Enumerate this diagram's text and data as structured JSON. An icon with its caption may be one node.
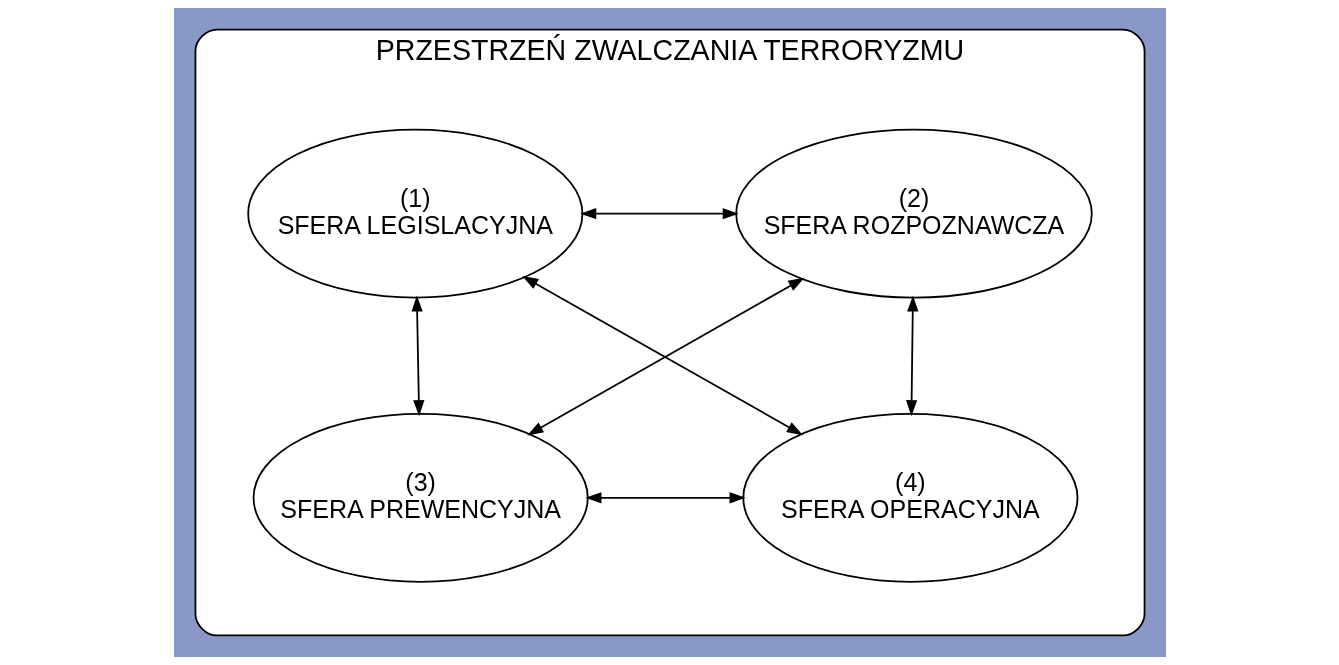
{
  "diagram": {
    "nodes": [
      {
        "text": [
          "PRZESTRZEŃ ZWALCZANIA TERRORYZMU"
        ]
      },
      {
        "text": [
          "(1)",
          "SFERA LEGISLACYJNA"
        ],
        "in": 0
      },
      {
        "text": [
          "(2)",
          "SFERA ROZPOZNAWCZA"
        ],
        "in": 0
      },
      {
        "text": [
          "(3)",
          "SFERA PREWENCYJNA"
        ],
        "in": 0
      },
      {
        "text": [
          "(4)",
          "SFERA OPERACYJNA"
        ],
        "in": 0
      }
    ],
    "edges": [
      {
        "from": 1,
        "to": 2,
        "arrow": "both"
      },
      {
        "from": 1,
        "to": 3,
        "arrow": "both"
      },
      {
        "from": 1,
        "to": 4,
        "arrow": "both"
      },
      {
        "from": 2,
        "to": 3,
        "arrow": "both"
      },
      {
        "from": 2,
        "to": 4,
        "arrow": "both"
      },
      {
        "from": 3,
        "to": 4,
        "arrow": "both"
      }
    ]
  }
}
